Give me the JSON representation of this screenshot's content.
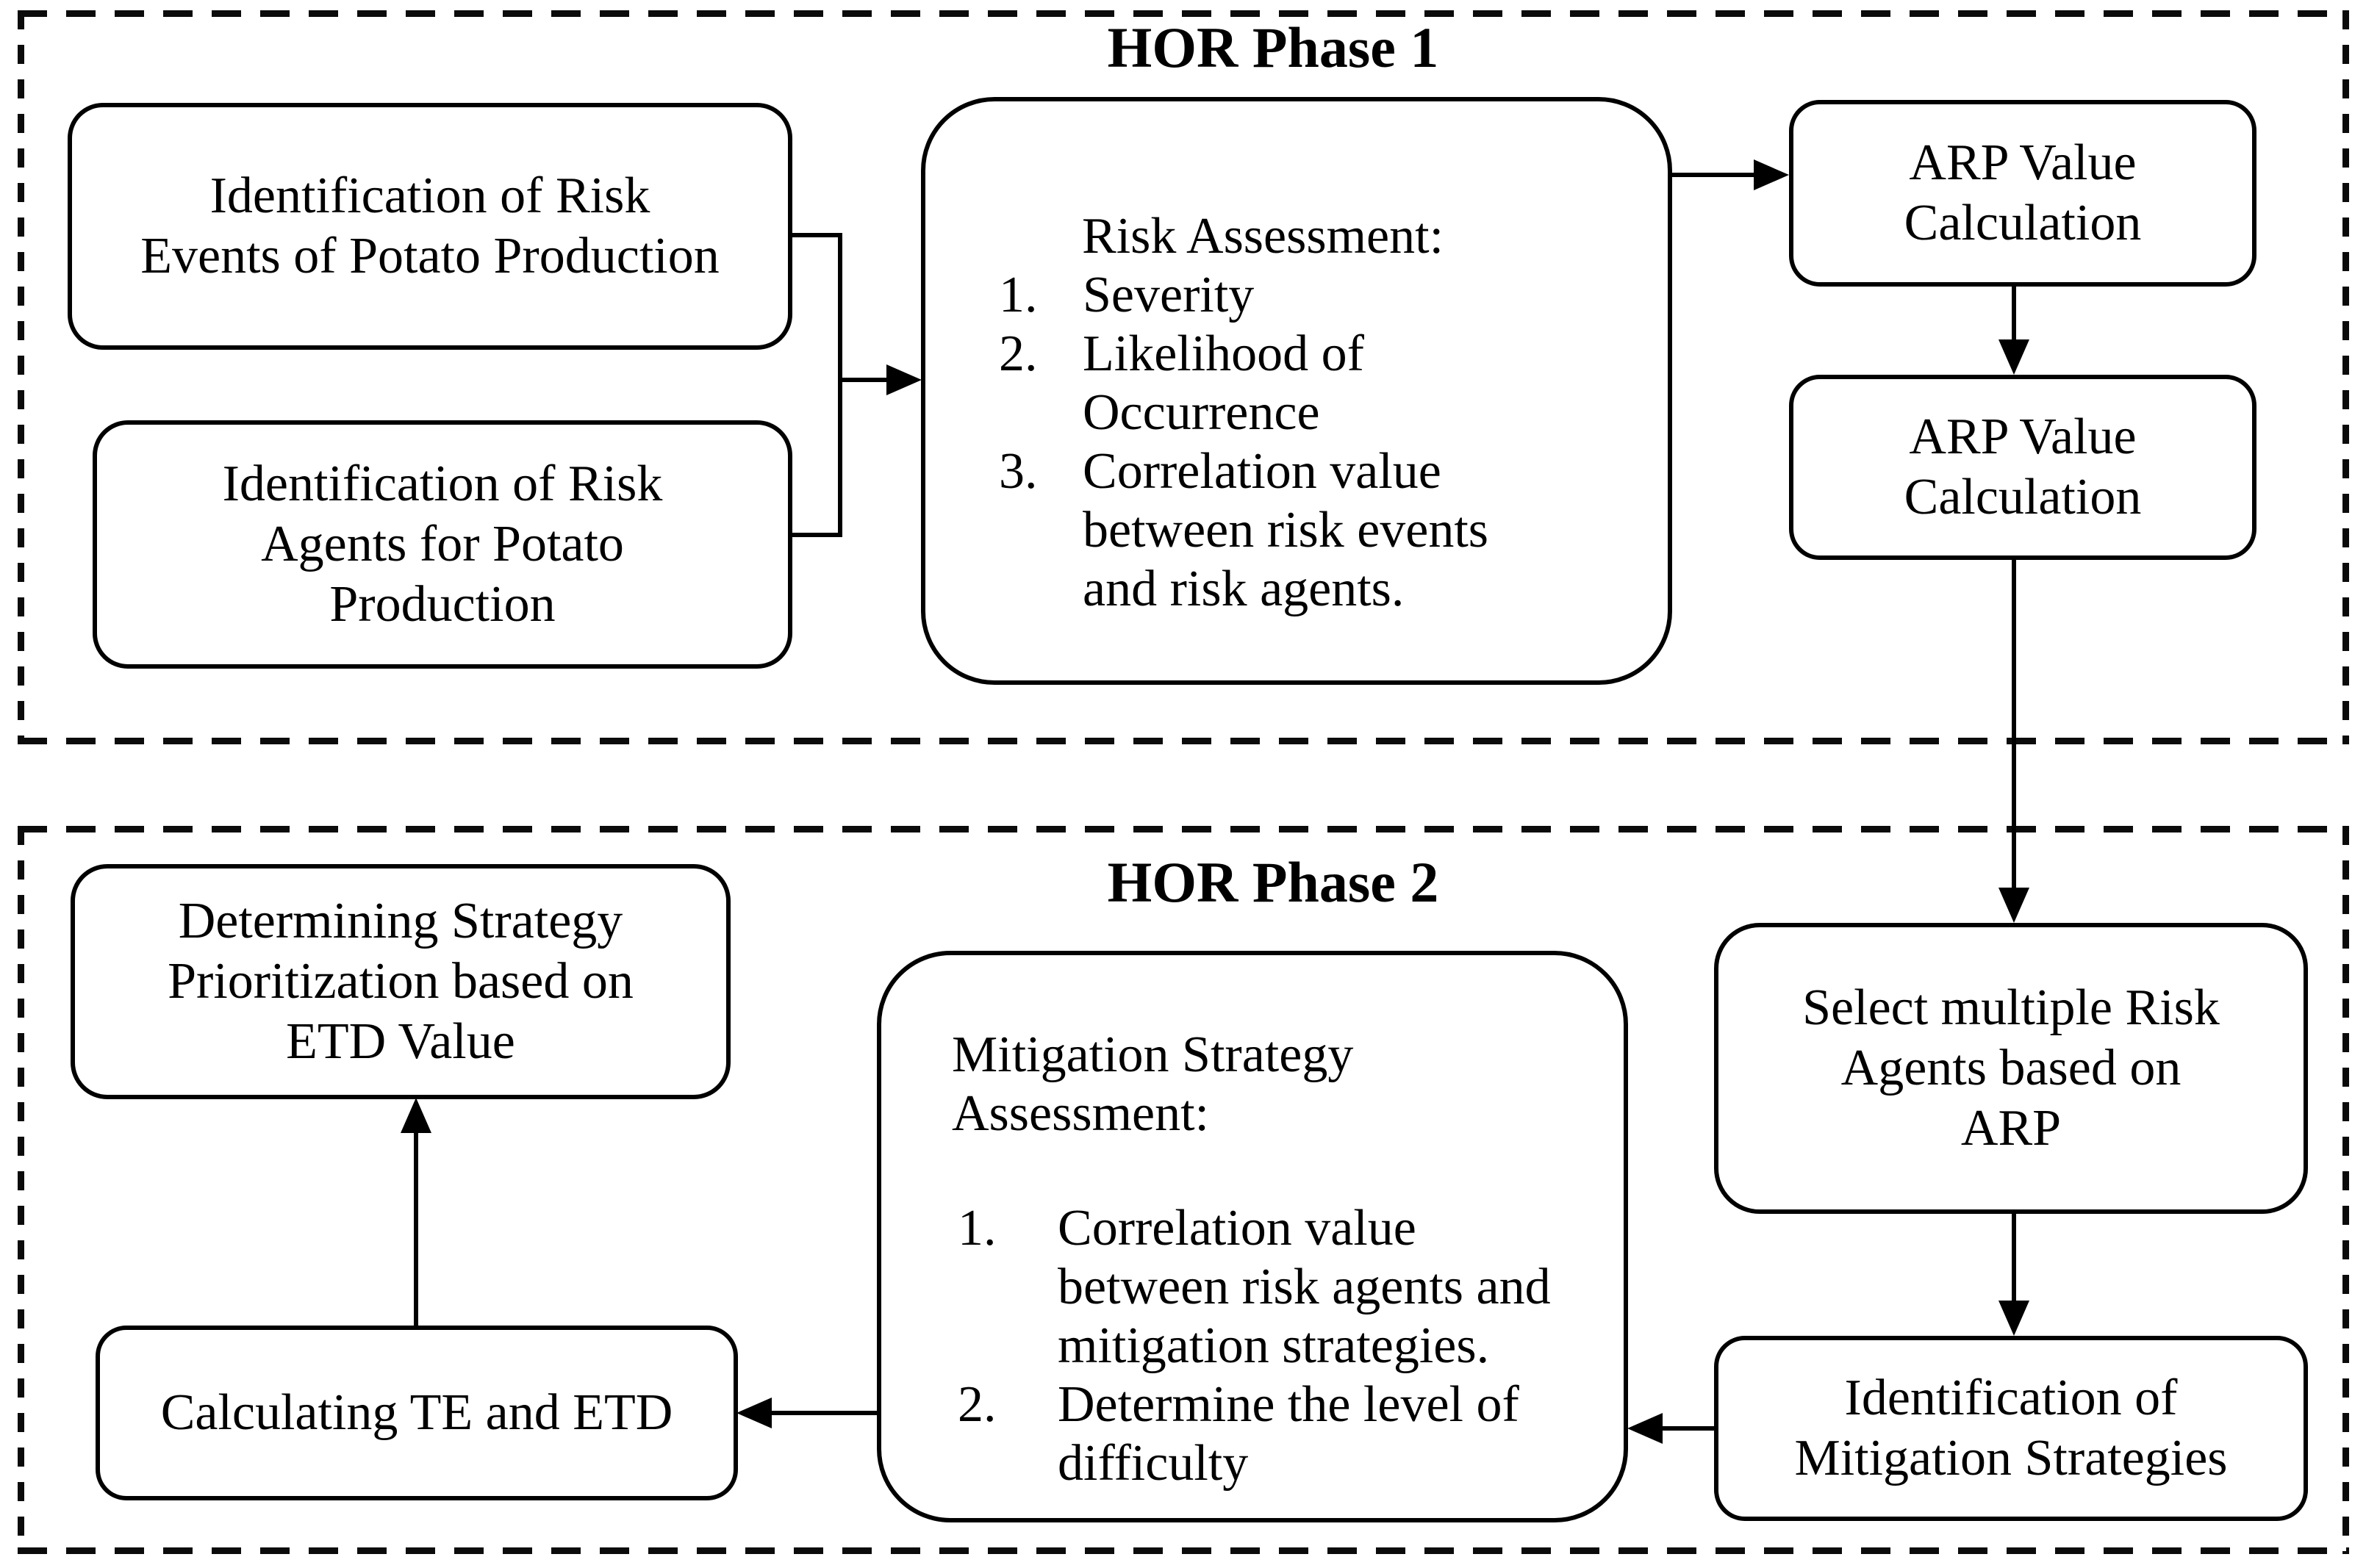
{
  "diagram": {
    "phase1": {
      "title": "HOR Phase 1",
      "risk_events_box": "Identification of Risk\nEvents of Potato Production",
      "risk_agents_box": "Identification of Risk\nAgents for Potato\nProduction",
      "assessment_box": {
        "heading": "Risk Assessment:",
        "items": [
          {
            "num": "1.",
            "text": "Severity"
          },
          {
            "num": "2.",
            "text": "Likelihood of\nOccurrence"
          },
          {
            "num": "3.",
            "text": "Correlation value\nbetween risk events\nand risk agents."
          }
        ]
      },
      "arp_box_1": "ARP Value\nCalculation",
      "arp_box_2": "ARP Value\nCalculation"
    },
    "phase2": {
      "title": "HOR Phase 2",
      "select_box": "Select multiple Risk\nAgents based on\nARP",
      "identify_mitigation_box": "Identification of\nMitigation Strategies",
      "assessment_box": {
        "heading": "Mitigation Strategy\nAssessment:",
        "items": [
          {
            "num": "1.",
            "text": "Correlation value\nbetween risk agents and\nmitigation strategies."
          },
          {
            "num": "2.",
            "text": "Determine the level of\ndifficulty"
          }
        ]
      },
      "calculating_box": "Calculating TE and ETD",
      "determining_box": "Determining Strategy\nPrioritization based on\nETD Value"
    },
    "colors": {
      "ink": "#000000",
      "background": "#ffffff"
    }
  }
}
